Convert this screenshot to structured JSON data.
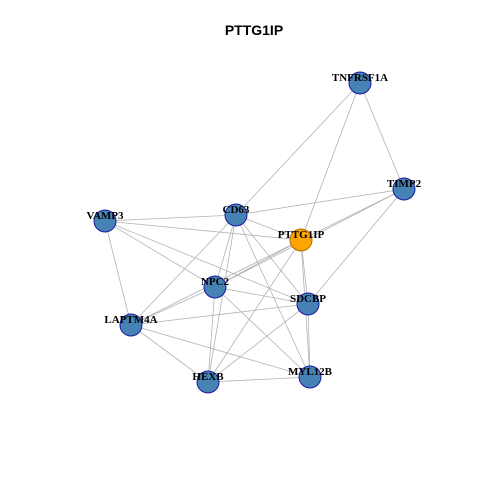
{
  "title": "PTTG1IP",
  "colors": {
    "background": "#ffffff",
    "node_fill": "#4682b4",
    "node_stroke": "#1a1aa6",
    "focus_fill": "#ffa500",
    "focus_stroke": "#b36b00",
    "edge": "#b3b3b3",
    "label": "#000000"
  },
  "nodes": [
    {
      "id": "TNFRSF1A",
      "label": "TNFRSF1A",
      "focus": false
    },
    {
      "id": "TIMP2",
      "label": "TIMP2",
      "focus": false
    },
    {
      "id": "CD63",
      "label": "CD63",
      "focus": false
    },
    {
      "id": "VAMP3",
      "label": "VAMP3",
      "focus": false
    },
    {
      "id": "PTTG1IP",
      "label": "PTTG1IP",
      "focus": true
    },
    {
      "id": "NPC2",
      "label": "NPC2",
      "focus": false
    },
    {
      "id": "SDCBP",
      "label": "SDCBP",
      "focus": false
    },
    {
      "id": "LAPTM4A",
      "label": "LAPTM4A",
      "focus": false
    },
    {
      "id": "HEXB",
      "label": "HEXB",
      "focus": false
    },
    {
      "id": "MYL12B",
      "label": "MYL12B",
      "focus": false
    }
  ],
  "edges": [
    [
      "TNFRSF1A",
      "CD63"
    ],
    [
      "TNFRSF1A",
      "TIMP2"
    ],
    [
      "TNFRSF1A",
      "PTTG1IP"
    ],
    [
      "TIMP2",
      "CD63"
    ],
    [
      "TIMP2",
      "PTTG1IP"
    ],
    [
      "TIMP2",
      "NPC2"
    ],
    [
      "TIMP2",
      "SDCBP"
    ],
    [
      "CD63",
      "VAMP3"
    ],
    [
      "CD63",
      "PTTG1IP"
    ],
    [
      "CD63",
      "NPC2"
    ],
    [
      "CD63",
      "SDCBP"
    ],
    [
      "CD63",
      "LAPTM4A"
    ],
    [
      "CD63",
      "HEXB"
    ],
    [
      "CD63",
      "MYL12B"
    ],
    [
      "VAMP3",
      "PTTG1IP"
    ],
    [
      "VAMP3",
      "NPC2"
    ],
    [
      "VAMP3",
      "SDCBP"
    ],
    [
      "VAMP3",
      "LAPTM4A"
    ],
    [
      "PTTG1IP",
      "NPC2"
    ],
    [
      "PTTG1IP",
      "SDCBP"
    ],
    [
      "PTTG1IP",
      "LAPTM4A"
    ],
    [
      "PTTG1IP",
      "HEXB"
    ],
    [
      "PTTG1IP",
      "MYL12B"
    ],
    [
      "NPC2",
      "SDCBP"
    ],
    [
      "NPC2",
      "LAPTM4A"
    ],
    [
      "NPC2",
      "HEXB"
    ],
    [
      "NPC2",
      "MYL12B"
    ],
    [
      "SDCBP",
      "LAPTM4A"
    ],
    [
      "SDCBP",
      "HEXB"
    ],
    [
      "SDCBP",
      "MYL12B"
    ],
    [
      "LAPTM4A",
      "HEXB"
    ],
    [
      "LAPTM4A",
      "MYL12B"
    ],
    [
      "HEXB",
      "MYL12B"
    ]
  ]
}
